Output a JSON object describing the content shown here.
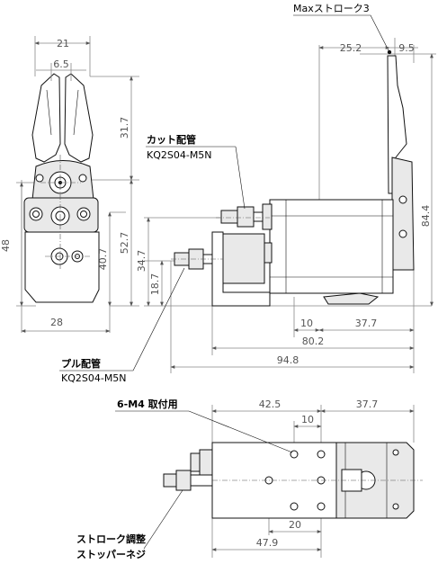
{
  "labels": {
    "max_stroke": "Maxストローク3",
    "cut_port": "カット配管",
    "cut_port_part": "KQ2S04-M5N",
    "pull_port": "プル配管",
    "pull_port_part": "KQ2S04-M5N",
    "mounting": "6-M4 取付用",
    "stopper_line1": "ストローク調整",
    "stopper_line2": "ストッパーネジ"
  },
  "dimensions": {
    "front_width_top": "21",
    "front_blade_width": "6.5",
    "front_blade_height": "31.7",
    "front_total_height": "52.7",
    "front_body_height": "40.7",
    "front_height": "48",
    "front_width": "28",
    "side_top_offset": "25.2",
    "side_top_right": "9.5",
    "side_total_height": "84.4",
    "side_pull_height": "34.7",
    "side_low_height": "18.7",
    "side_dim_10": "10",
    "side_dim_37_7": "37.7",
    "side_dim_80_2": "80.2",
    "side_dim_94_8": "94.8",
    "top_dim_42_5": "42.5",
    "top_dim_37_7": "37.7",
    "top_dim_10": "10",
    "top_dim_20": "20",
    "top_dim_47_9": "47.9"
  }
}
